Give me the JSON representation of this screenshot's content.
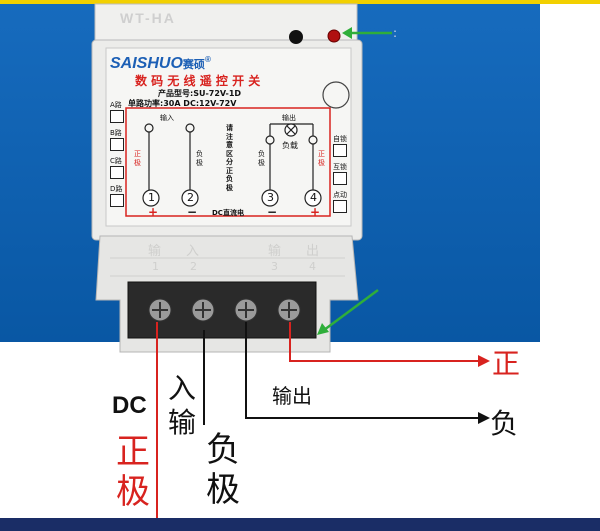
{
  "device": {
    "model_plate": "WT-HA",
    "brand": "SAISHUO",
    "brand_cn": "赛硕",
    "registered_mark": "®",
    "title_cn": "数 码 无 线 遥 控 开 关",
    "product_model": "产品型号:SU-72V-1D",
    "rating": "单路功率:30A  DC:12V-72V",
    "left_buttons": [
      "A路",
      "B路",
      "C路",
      "D路"
    ],
    "right_buttons": [
      "自锁",
      "互锁",
      "点动"
    ],
    "input_label": "输入",
    "output_label": "输出",
    "load_label": "负载",
    "positive_vertical": "正极",
    "negative_vertical": "负极",
    "center_note": "请注意区分正负极",
    "dc_note": "DC直流电",
    "terminal_numbers": [
      "1",
      "2",
      "3",
      "4"
    ],
    "terminal_signs": [
      "+",
      "−",
      "−",
      "+"
    ],
    "embossed_section_labels": [
      "输",
      "入",
      "输",
      "出"
    ],
    "embossed_numbers": [
      "1",
      "2",
      "3",
      "4"
    ]
  },
  "annotations": {
    "positive_right": "正",
    "output": "输出",
    "negative_right": "负",
    "dc": "DC",
    "input": "入输",
    "positive_left": "正极",
    "negative_bottom": "负极",
    "dot": ":"
  },
  "colors": {
    "background": "#0a63ba",
    "red": "#d8231f",
    "green": "#2fae3a",
    "casing": "#ececea"
  }
}
